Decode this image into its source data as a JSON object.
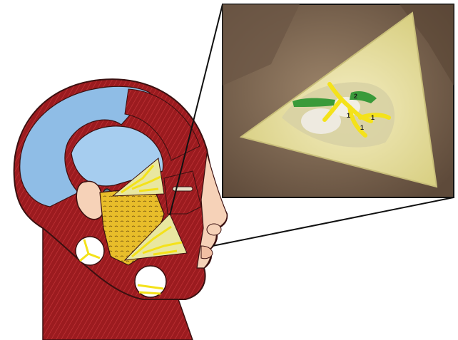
{
  "figure": {
    "inset_labels": [
      "2",
      "1",
      "1",
      "1"
    ]
  },
  "colors": {
    "muscle_red": "#9b1b1f",
    "muscle_stripe": "#c8373b",
    "aponeurosis_blue": "#8fbde6",
    "skin": "#f6d2b8",
    "gland_yellow": "#e8bd2a",
    "nerve_yellow": "#f4e21a",
    "photo_fat": "#e8e29a",
    "photo_skin": "#7c6552",
    "photo_green": "#3a9a3a"
  }
}
